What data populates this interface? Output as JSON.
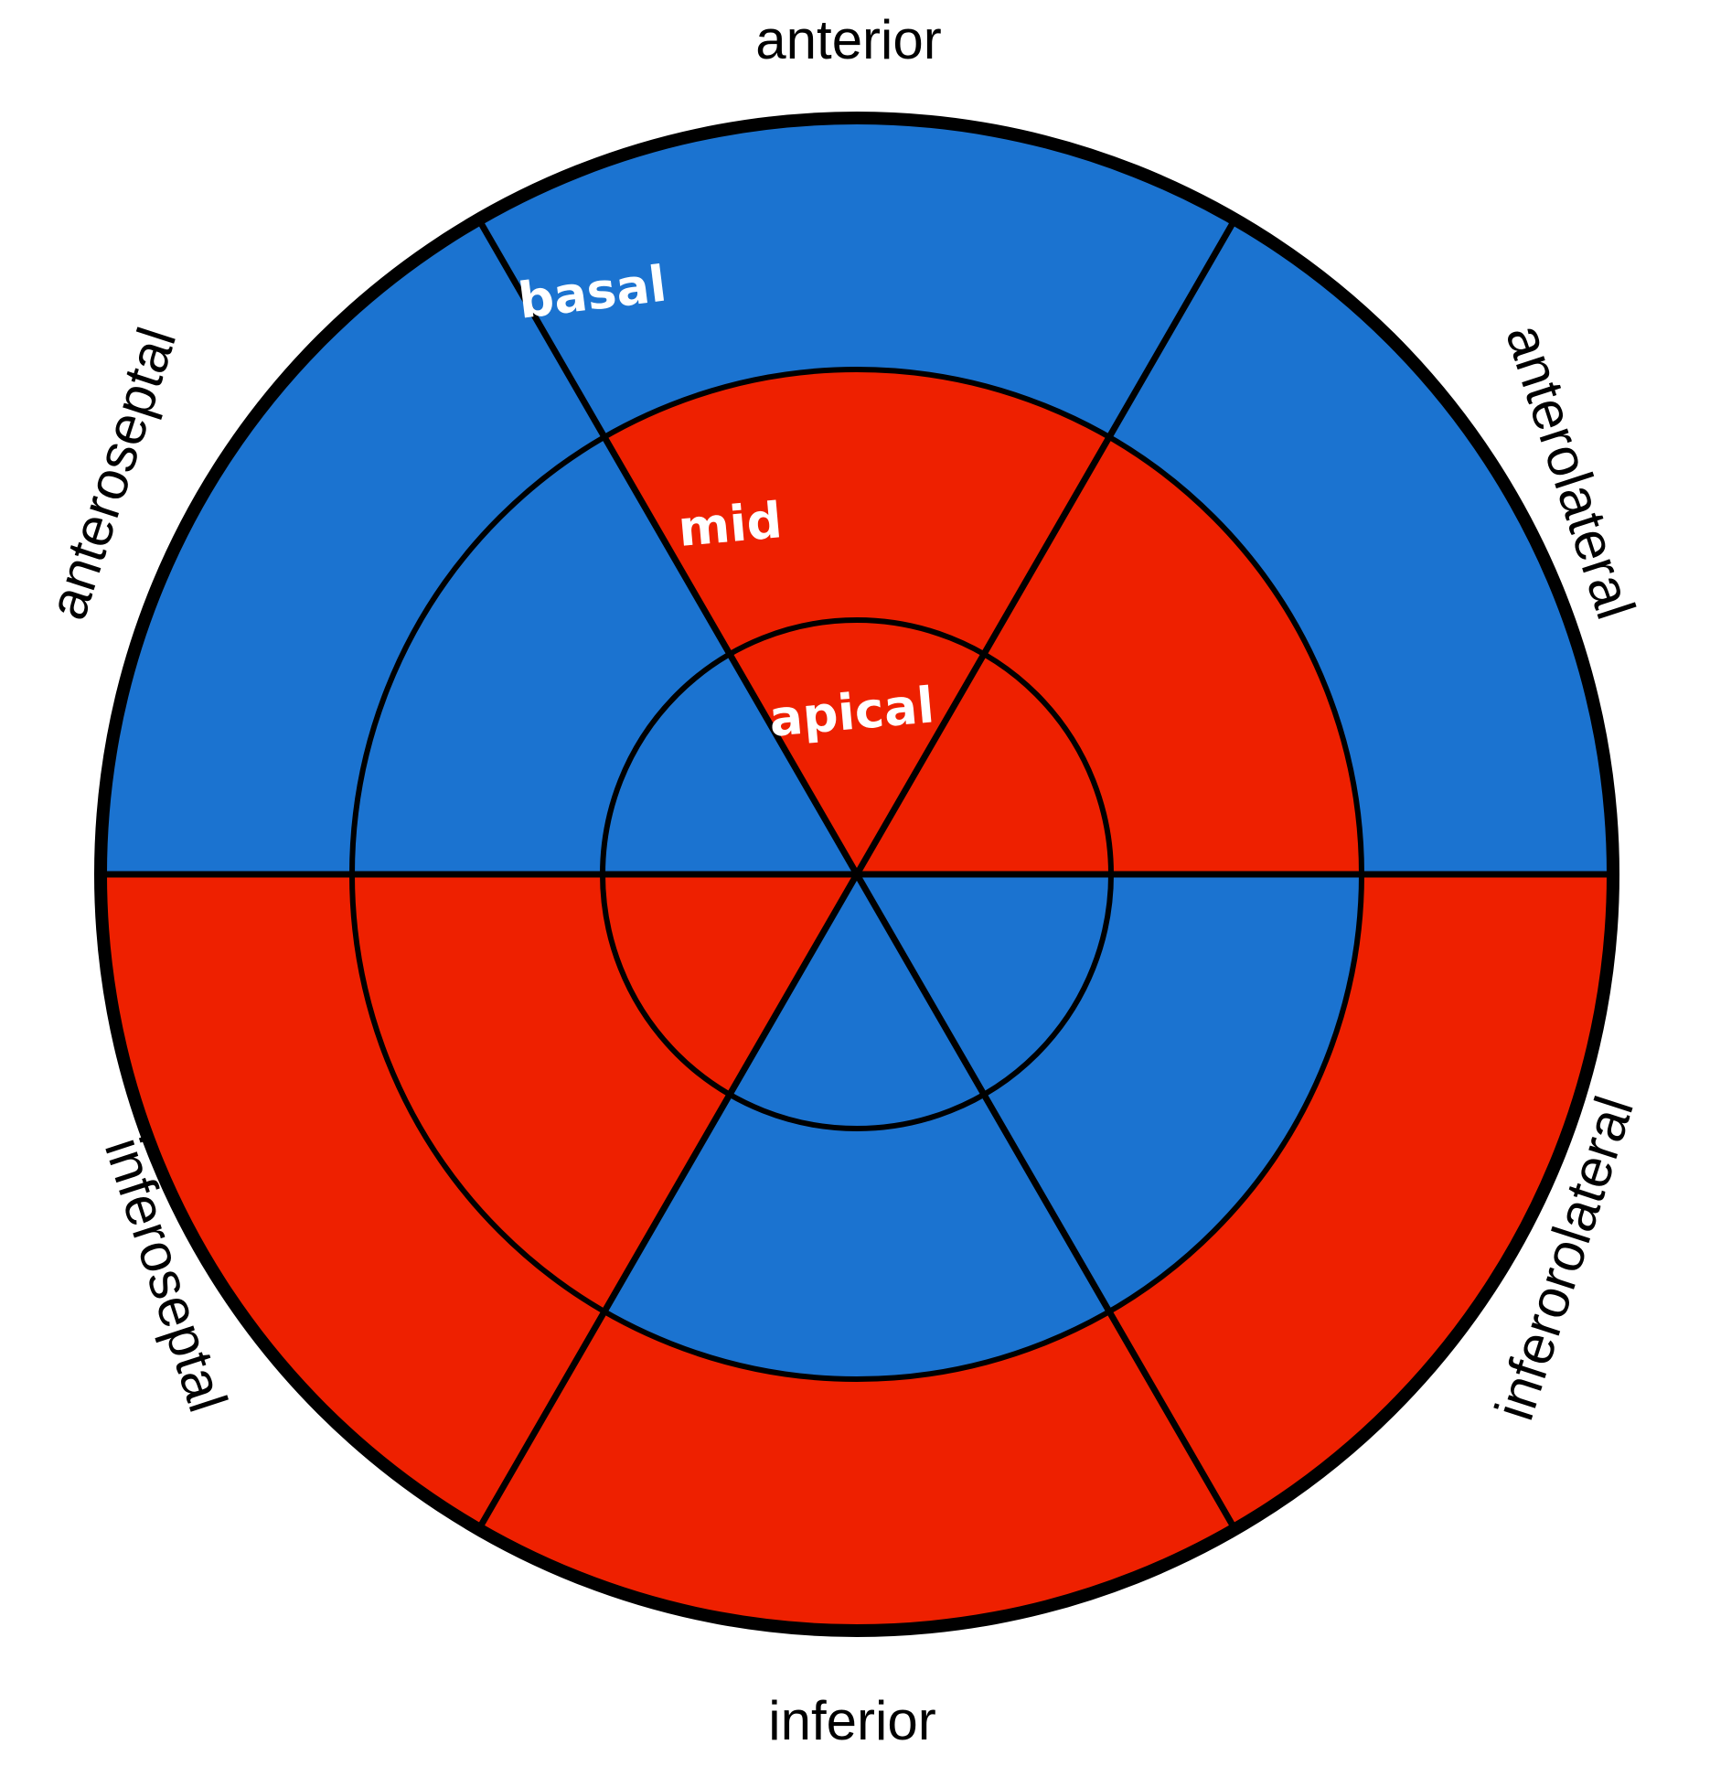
{
  "walls": {
    "anterior": "anterior",
    "anterolateral": "anterolateral",
    "inferorolateral": "inferorolateral",
    "inferior": "inferior",
    "inferoseptal": "inferoseptal",
    "anteroseptal": "anteroseptal"
  },
  "rings": {
    "basal": "basal",
    "mid": "mid",
    "apical": "apical"
  },
  "colors": {
    "blue": "#1b73d0",
    "red": "#ee2000",
    "outline": "#000000"
  },
  "segments": {
    "basal": {
      "anterior": "blue",
      "anterolateral": "blue",
      "inferorolateral": "red",
      "inferior": "red",
      "inferoseptal": "red",
      "anteroseptal": "blue"
    },
    "mid": {
      "anterior": "red",
      "anterolateral": "red",
      "inferorolateral": "blue",
      "inferior": "blue",
      "inferoseptal": "red",
      "anteroseptal": "blue"
    },
    "apical": {
      "anterior": "red",
      "anterolateral": "red",
      "inferorolateral": "blue",
      "inferior": "blue",
      "inferoseptal": "red",
      "anteroseptal": "blue"
    }
  }
}
